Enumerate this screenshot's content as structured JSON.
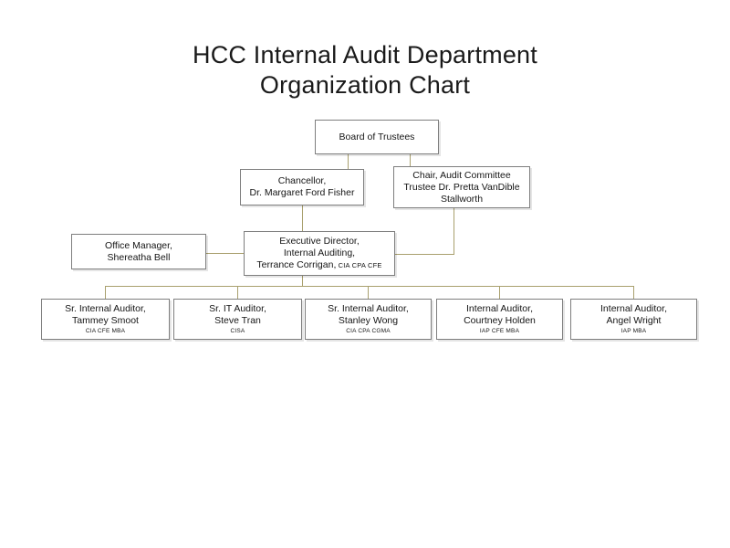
{
  "title": "HCC Internal Audit Department\nOrganization Chart",
  "colors": {
    "box_border": "#7e7e7e",
    "connector": "#a9a06e",
    "background": "#ffffff",
    "text": "#151515"
  },
  "nodes": {
    "board": {
      "lines": [
        "Board of Trustees"
      ]
    },
    "chancellor": {
      "lines": [
        "Chancellor,",
        "Dr. Margaret Ford Fisher"
      ]
    },
    "audit_chair": {
      "lines": [
        "Chair, Audit Committee",
        "Trustee Dr. Pretta VanDible",
        "Stallworth"
      ]
    },
    "office_manager": {
      "lines": [
        "Office Manager,",
        "Shereatha Bell"
      ]
    },
    "executive_director": {
      "lines": [
        "Executive Director,",
        "Internal Auditing,"
      ],
      "name_line": "Terrance Corrigan,",
      "credentials": "CIA CPA CFE"
    },
    "auditors": [
      {
        "title": "Sr. Internal Auditor,",
        "name": "Tammey Smoot",
        "credentials": "CIA CFE MBA"
      },
      {
        "title": "Sr. IT Auditor,",
        "name": "Steve Tran",
        "credentials": "CISA"
      },
      {
        "title": "Sr. Internal Auditor,",
        "name": "Stanley Wong",
        "credentials": "CIA CPA CGMA"
      },
      {
        "title": "Internal Auditor,",
        "name": "Courtney Holden",
        "credentials": "IAP CFE MBA"
      },
      {
        "title": "Internal Auditor,",
        "name": "Angel Wright",
        "credentials": "IAP  MBA"
      }
    ]
  }
}
